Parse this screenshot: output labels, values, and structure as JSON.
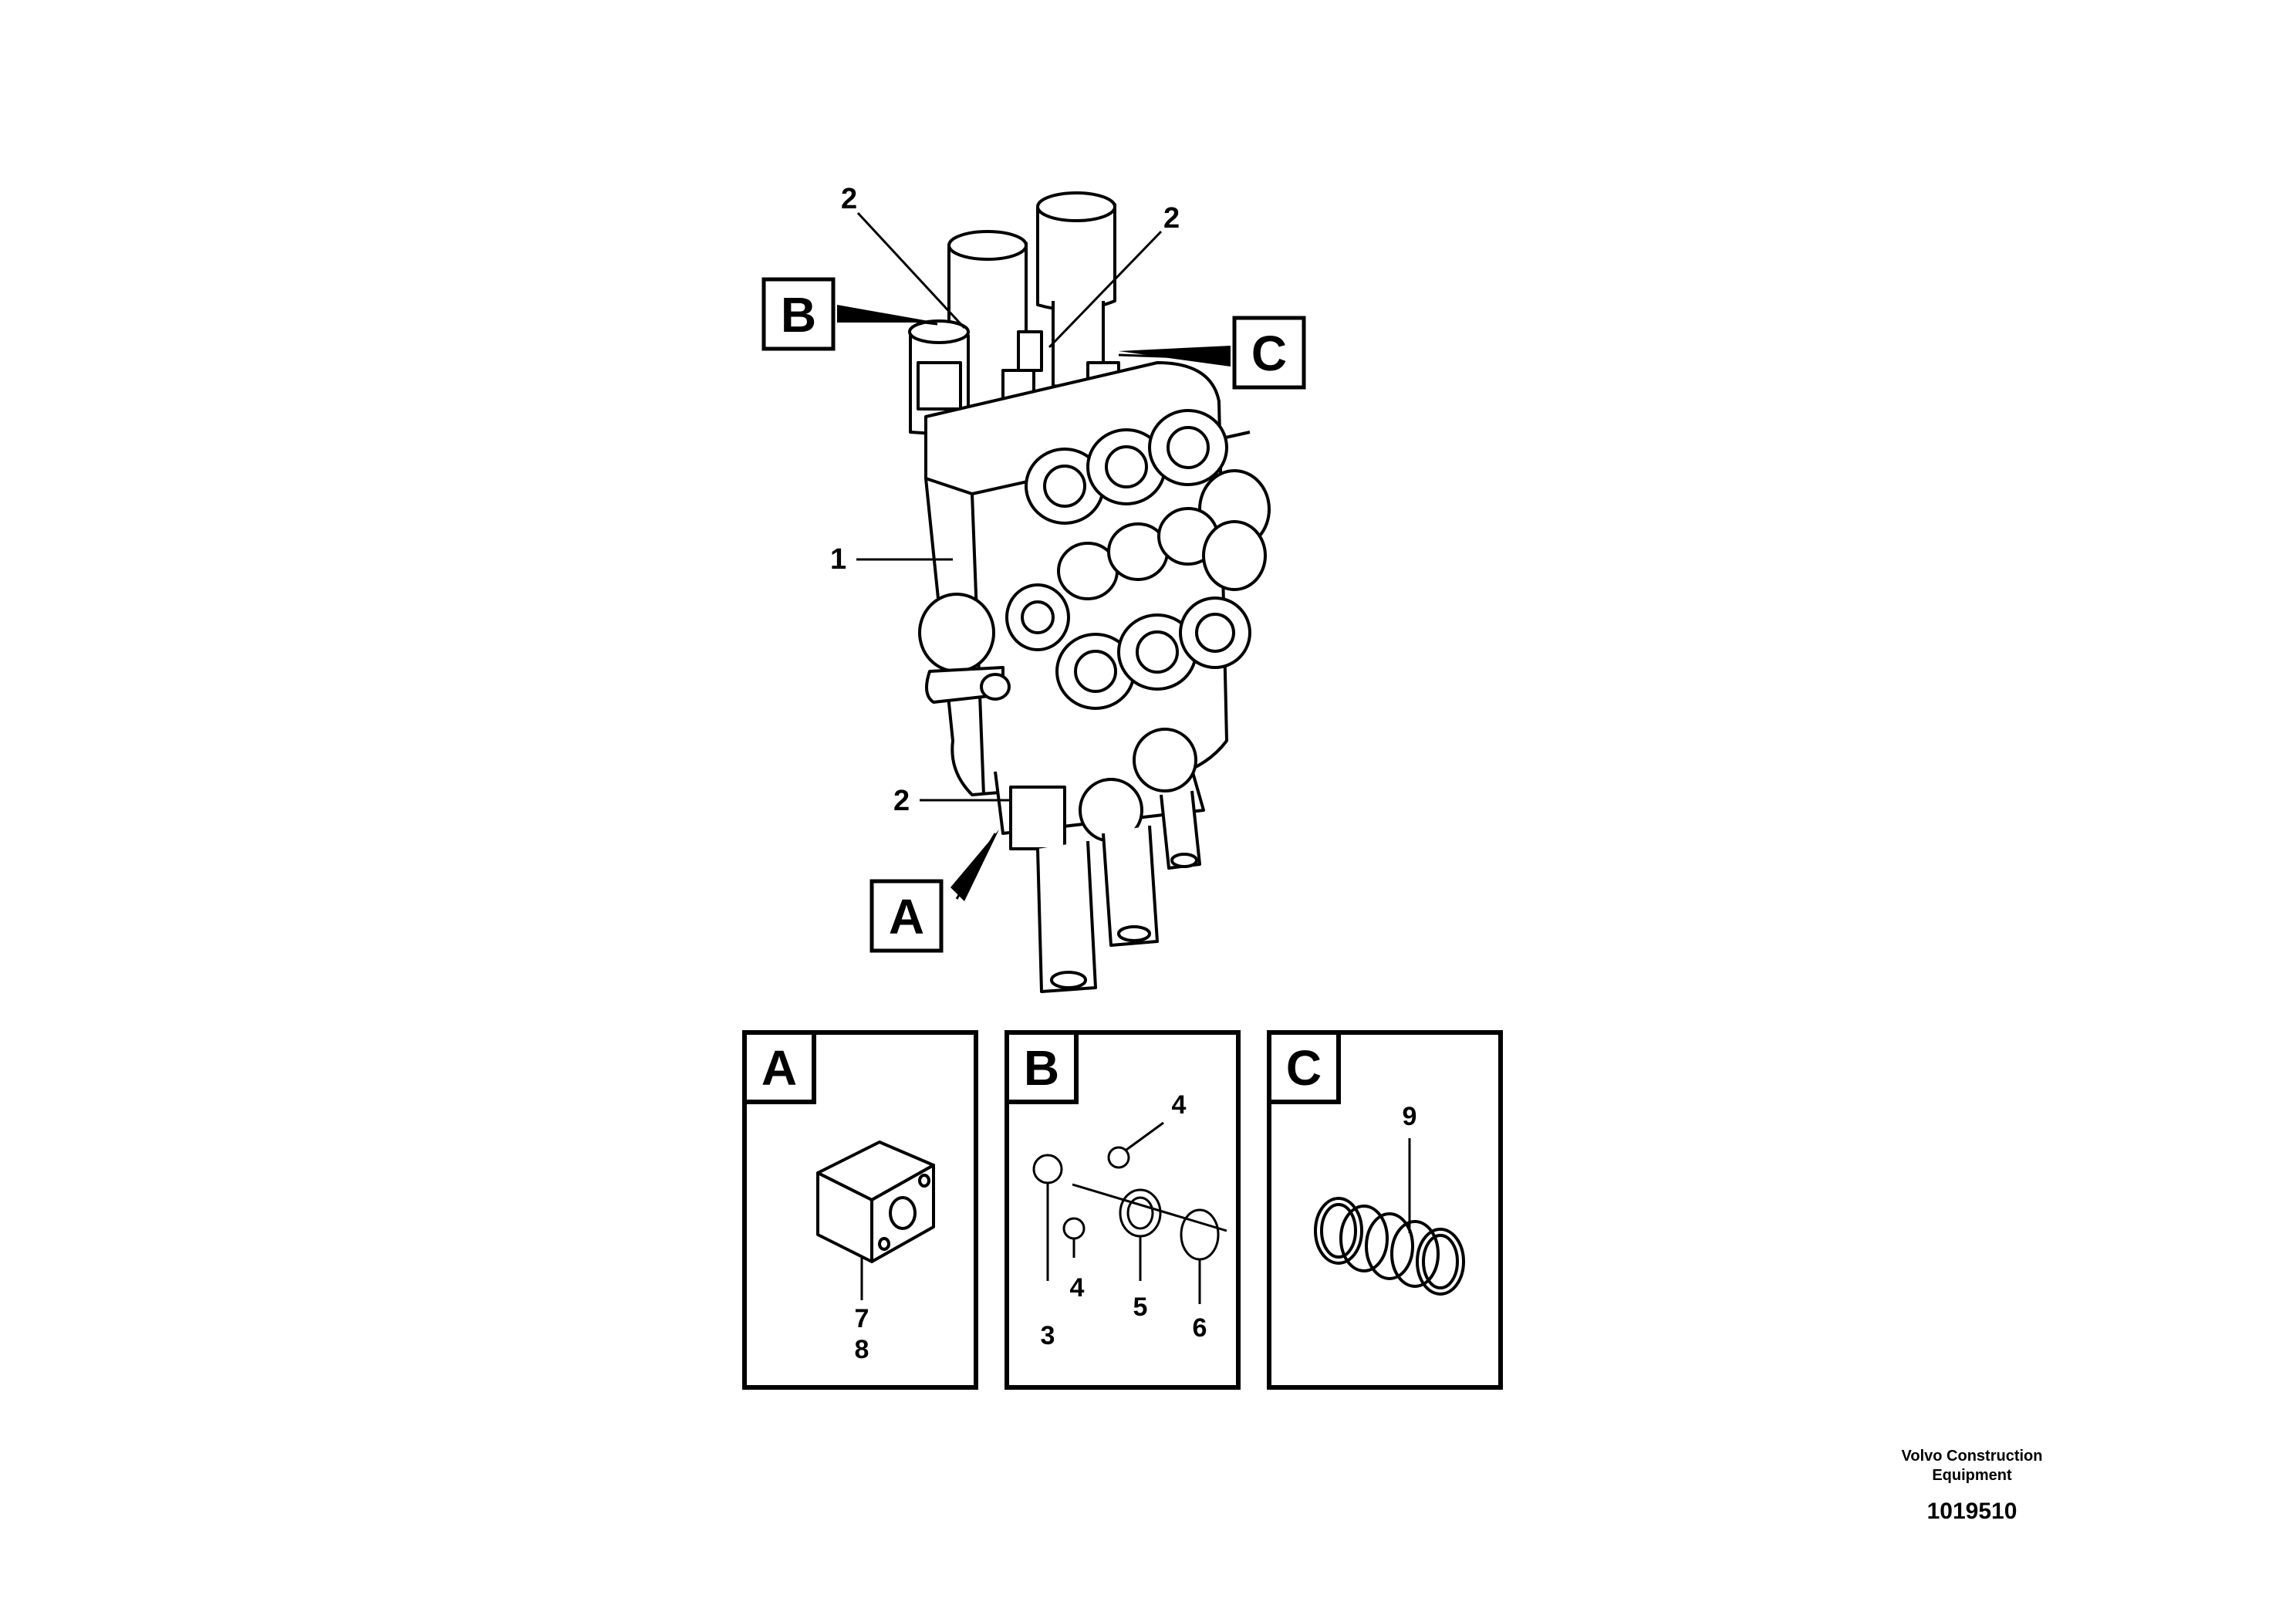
{
  "callouts": {
    "main_2_left": "2",
    "main_2_right": "2",
    "main_1": "1",
    "main_2_lower": "2",
    "ref_B": "B",
    "ref_C": "C",
    "ref_A": "A"
  },
  "detail_panels": {
    "A": {
      "letter": "A",
      "parts": [
        "7",
        "8"
      ]
    },
    "B": {
      "letter": "B",
      "parts": [
        "4",
        "4",
        "3",
        "5",
        "6"
      ]
    },
    "C": {
      "letter": "C",
      "parts": [
        "9"
      ]
    }
  },
  "footer": {
    "company_line1": "Volvo Construction",
    "company_line2": "Equipment",
    "drawing_number": "1019510"
  }
}
